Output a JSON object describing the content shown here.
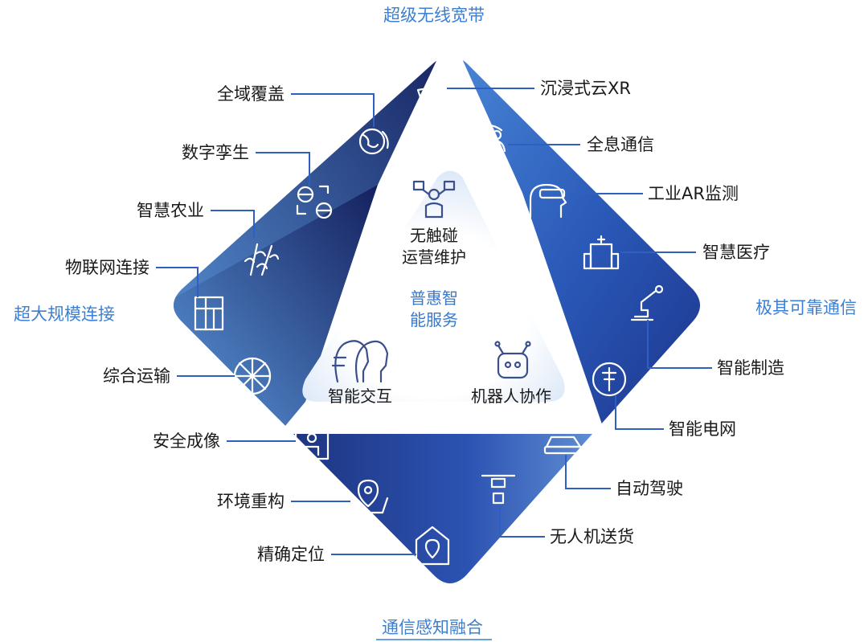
{
  "axes": {
    "top": "超级无线宽带",
    "left": "超大规模连接",
    "right": "极其可靠通信",
    "bottom": "通信感知融合"
  },
  "center": {
    "line1": "普惠智",
    "line2": "能服务",
    "top_line1": "无触碰",
    "top_line2": "运营维护",
    "bottom_left": "智能交互",
    "bottom_right": "机器人协作"
  },
  "left_labels": {
    "coverage": "全域覆盖",
    "twin": "数字孪生",
    "agri": "智慧农业",
    "iot": "物联网连接",
    "transport": "综合运输",
    "imaging": "安全成像",
    "env": "环境重构",
    "positioning": "精确定位"
  },
  "right_labels": {
    "xr": "沉浸式云XR",
    "holo": "全息通信",
    "ar": "工业AR监测",
    "medical": "智慧医疗",
    "manufacturing": "智能制造",
    "grid": "智能电网",
    "driving": "自动驾驶",
    "drone": "无人机送货"
  },
  "colors": {
    "accent": "#3d7fd1",
    "dark_navy": "#1c2a6b",
    "light_blue": "#5b9be0",
    "leader": "#2f5fc0"
  }
}
